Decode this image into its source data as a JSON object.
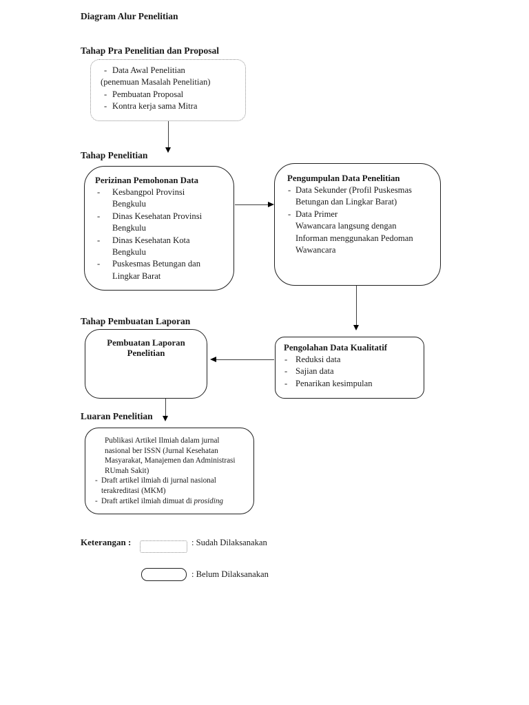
{
  "page": {
    "title": "Diagram Alur Penelitian"
  },
  "sections": {
    "pra": {
      "heading": "Tahap Pra Penelitian dan Proposal"
    },
    "penelitian": {
      "heading": "Tahap Penelitian"
    },
    "laporan": {
      "heading": "Tahap Pembuatan Laporan"
    },
    "luaran": {
      "heading": "Luaran Penelitian"
    }
  },
  "boxes": {
    "pra": {
      "lines": [
        {
          "bullet": "-",
          "text": "Data Awal Penelitian"
        },
        {
          "bullet": "",
          "text": "(penemuan Masalah Penelitian)"
        },
        {
          "bullet": "-",
          "text": "Pembuatan Proposal"
        },
        {
          "bullet": "-",
          "text": "Kontra kerja sama Mitra"
        }
      ]
    },
    "perizinan": {
      "title": "Perizinan Pemohonan Data",
      "items": [
        {
          "bullet": "-",
          "text": "Kesbangpol Provinsi Bengkulu"
        },
        {
          "bullet": "-",
          "text": "Dinas Kesehatan Provinsi Bengkulu"
        },
        {
          "bullet": "-",
          "text": "Dinas Kesehatan Kota Bengkulu"
        },
        {
          "bullet": "-",
          "text": "Puskesmas Betungan dan Lingkar Barat"
        }
      ]
    },
    "pengumpulan": {
      "title": "Pengumpulan Data Penelitian",
      "items": [
        {
          "bullet": "-",
          "text": "Data Sekunder (Profil Puskesmas Betungan dan Lingkar Barat)"
        },
        {
          "bullet": "-",
          "text": "Data Primer"
        },
        {
          "bullet": "",
          "text": "Wawancara langsung dengan Informan menggunakan Pedoman Wawancara"
        }
      ]
    },
    "pembuatan_laporan": {
      "line1": "Pembuatan Laporan",
      "line2": "Penelitian"
    },
    "pengolahan": {
      "title": "Pengolahan Data Kualitatif",
      "items": [
        {
          "bullet": "-",
          "text": "Reduksi data"
        },
        {
          "bullet": "-",
          "text": "Sajian data"
        },
        {
          "bullet": "-",
          "text": "Penarikan kesimpulan"
        }
      ]
    },
    "luaran": {
      "para_lines": [
        "Publikasi Artikel Ilmiah dalam jurnal",
        "nasional ber ISSN (Jurnal Kesehatan",
        "Masyarakat, Manajemen dan Administrasi",
        "RUmah Sakit)"
      ],
      "item2_bullet": "-",
      "item2_text": "Draft artikel ilmiah di jurnal nasional",
      "item2_cont": "terakreditasi (MKM)",
      "item3_bullet": "-",
      "item3_pre": "Draft artikel ilmiah dimuat di ",
      "item3_italic": "prosiding"
    }
  },
  "legend": {
    "label": "Keterangan :",
    "done_text": ": Sudah Dilaksanakan",
    "not_done_text": ": Belum Dilaksanakan"
  },
  "colors": {
    "border": "#1f1f1f",
    "line": "#3c3c3c",
    "background": "#ffffff"
  }
}
